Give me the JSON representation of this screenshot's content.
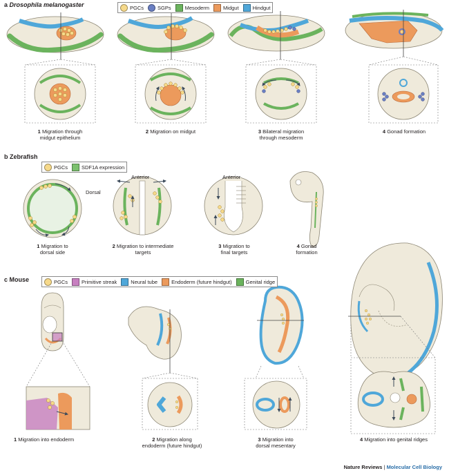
{
  "colors": {
    "pgc": "#f6d98a",
    "sgp": "#6a7fc2",
    "mesoderm": "#6bb35d",
    "midgut": "#ec9a5c",
    "hindgut": "#4fa7d9",
    "sdf1a": "#7cc16e",
    "primitive_streak": "#c77fc0",
    "neural_tube": "#4fa7d9",
    "endoderm": "#ec9a5c",
    "genital_ridge": "#6bb35d",
    "embryo_fill": "#efeadb",
    "credit_accent": "#2a6ea8"
  },
  "panel_a": {
    "label": "a",
    "title": "Drosophila melanogaster",
    "legend": [
      {
        "label": "PGCs",
        "icon": "pgc-circle-icon"
      },
      {
        "label": "SGPs",
        "icon": "sgp-circle-icon"
      },
      {
        "label": "Mesoderm",
        "icon": "mesoderm-swatch-icon"
      },
      {
        "label": "Midgut",
        "icon": "midgut-swatch-icon"
      },
      {
        "label": "Hindgut",
        "icon": "hindgut-swatch-icon"
      }
    ],
    "steps": [
      {
        "num": "1",
        "line1": "Migration through",
        "line2": "midgut epithelium"
      },
      {
        "num": "2",
        "line1": "Migration on midgut",
        "line2": ""
      },
      {
        "num": "3",
        "line1": "Bilateral migration",
        "line2": "through mesoderm"
      },
      {
        "num": "4",
        "line1": "Gonad formation",
        "line2": ""
      }
    ]
  },
  "panel_b": {
    "label": "b",
    "title": "Zebrafish",
    "legend": [
      {
        "label": "PGCs",
        "icon": "pgc-circle-icon"
      },
      {
        "label": "SDF1A expression",
        "icon": "sdf1a-swatch-icon"
      }
    ],
    "annotations": {
      "dorsal": "Dorsal",
      "anterior_2": "Anterior",
      "anterior_3": "Anterior"
    },
    "steps": [
      {
        "num": "1",
        "line1": "Migration to",
        "line2": "dorsal side"
      },
      {
        "num": "2",
        "line1": "Migration to intermediate",
        "line2": "targets"
      },
      {
        "num": "3",
        "line1": "Migration to",
        "line2": "final targets"
      },
      {
        "num": "4",
        "line1": "Gonad",
        "line2": "formation"
      }
    ]
  },
  "panel_c": {
    "label": "c",
    "title": "Mouse",
    "legend": [
      {
        "label": "PGCs",
        "icon": "pgc-circle-icon"
      },
      {
        "label": "Primitive streak",
        "icon": "primitive-streak-swatch-icon"
      },
      {
        "label": "Neural tube",
        "icon": "neural-tube-swatch-icon"
      },
      {
        "label": "Endoderm (future hindgut)",
        "icon": "endoderm-swatch-icon"
      },
      {
        "label": "Genital ridge",
        "icon": "genital-ridge-swatch-icon"
      }
    ],
    "steps": [
      {
        "num": "1",
        "line1": "Migration into endoderm",
        "line2": ""
      },
      {
        "num": "2",
        "line1": "Migration along",
        "line2": "endoderm (future hindgut)"
      },
      {
        "num": "3",
        "line1": "Migration into",
        "line2": "dorsal mesentary"
      },
      {
        "num": "4",
        "line1": "Migration into genital ridges",
        "line2": ""
      }
    ]
  },
  "credit": {
    "journal": "Nature Reviews",
    "separator": " | ",
    "subtitle": "Molecular Cell Biology"
  }
}
